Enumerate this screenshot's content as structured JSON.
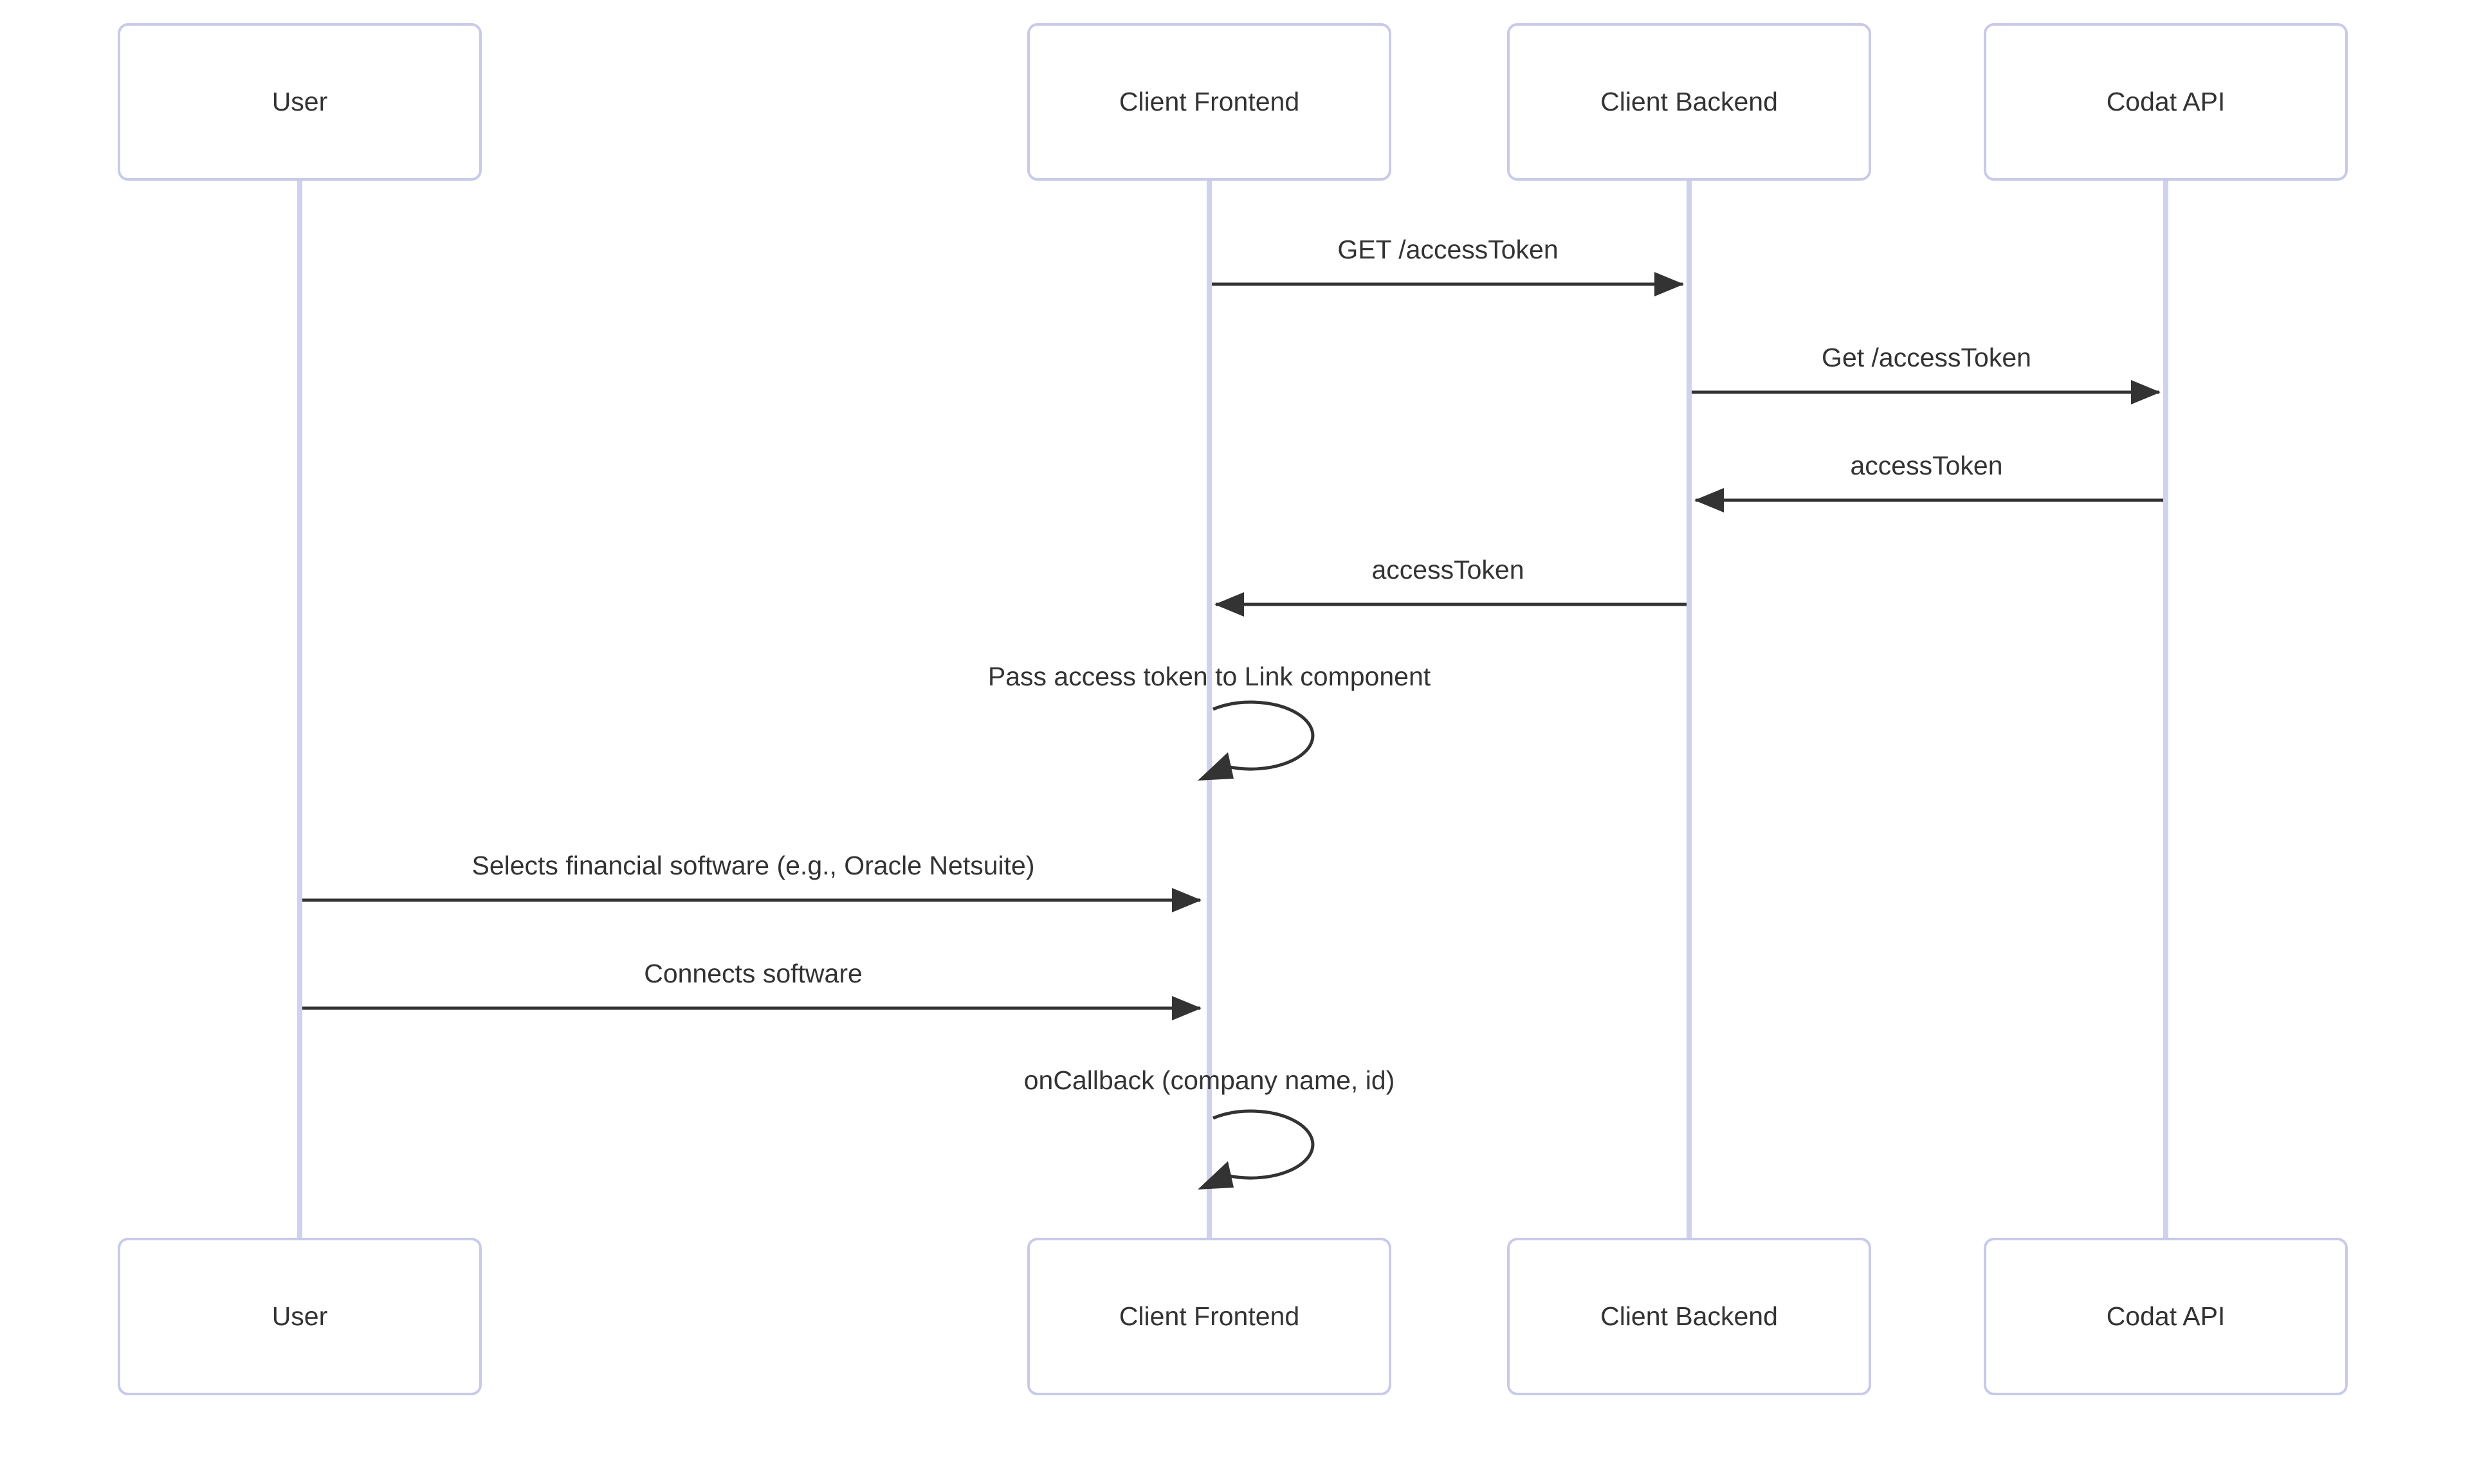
{
  "diagram": {
    "type": "sequence-diagram",
    "actors": [
      {
        "id": "user",
        "label": "User"
      },
      {
        "id": "client-frontend",
        "label": "Client Frontend"
      },
      {
        "id": "client-backend",
        "label": "Client Backend"
      },
      {
        "id": "codat-api",
        "label": "Codat API"
      }
    ],
    "messages": [
      {
        "from": "client-frontend",
        "to": "client-backend",
        "label": "GET /accessToken",
        "type": "solid-arrow"
      },
      {
        "from": "client-backend",
        "to": "codat-api",
        "label": "Get /accessToken",
        "type": "solid-arrow"
      },
      {
        "from": "codat-api",
        "to": "client-backend",
        "label": "accessToken",
        "type": "solid-arrow"
      },
      {
        "from": "client-backend",
        "to": "client-frontend",
        "label": "accessToken",
        "type": "solid-arrow"
      },
      {
        "from": "client-frontend",
        "to": "client-frontend",
        "label": "Pass access token to Link component",
        "type": "self-loop"
      },
      {
        "from": "user",
        "to": "client-frontend",
        "label": "Selects financial software (e.g., Oracle Netsuite)",
        "type": "solid-arrow"
      },
      {
        "from": "user",
        "to": "client-frontend",
        "label": "Connects software",
        "type": "solid-arrow"
      },
      {
        "from": "client-frontend",
        "to": "client-frontend",
        "label": "onCallback (company name, id)",
        "type": "self-loop"
      }
    ],
    "colors": {
      "background": "#ffffff",
      "actor_fill": "#ffffff",
      "actor_border": "#c8cae9",
      "lifeline": "#cfd1ee",
      "arrow": "#333333",
      "text": "#333333"
    }
  }
}
